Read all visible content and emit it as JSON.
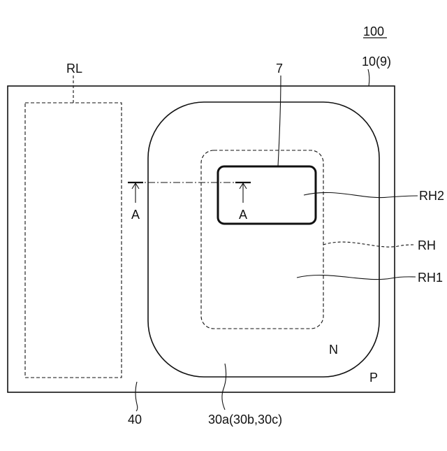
{
  "labels": {
    "figure_number": "100",
    "substrate": "10(9)",
    "region_rl": "RL",
    "element_7": "7",
    "rh2": "RH2",
    "rh": "RH",
    "rh1": "RH1",
    "n_region": "N",
    "p_region": "P",
    "ref_40": "40",
    "ref_30a": "30a(30b,30c)",
    "section_left": "A",
    "section_right": "A"
  }
}
